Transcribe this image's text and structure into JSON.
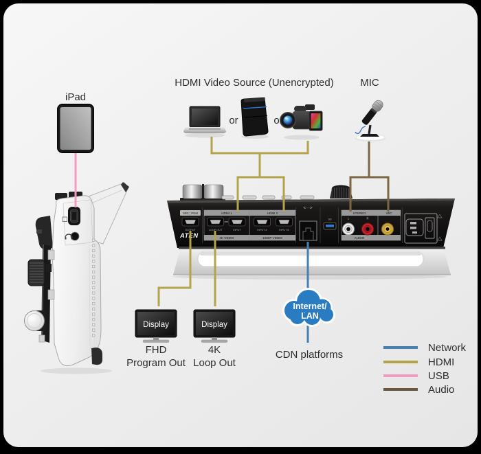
{
  "titles": {
    "ipad": "iPad",
    "hdmi_source": "HDMI Video Source (Unencrypted)",
    "mic": "MIC",
    "or": "or"
  },
  "device_panel": {
    "brand": "ATEN",
    "src_pgm_tag": "SRC | PGM",
    "output": "OUTPUT",
    "hdmi1_header": "HDMI 1",
    "loop_out": "LOOP OUT",
    "input": "INPUT",
    "hdmi1_footer": "4K VIDEO",
    "hdmi2_header": "HDMI 2",
    "input_a": "INPUT A",
    "input_b": "INPUT B",
    "hdmi2_footer": "1080P VIDEO",
    "lan_icon": "<···>",
    "usb_icon": "SS",
    "stereo_header": "STEREO",
    "jack_l": "L",
    "jack_r": "R",
    "audio_footer": "AUDIO",
    "mic_header": "MIC"
  },
  "displays": {
    "screen_label": "Display",
    "fhd_line1": "FHD",
    "fhd_line2": "Program Out",
    "loop_line1": "4K",
    "loop_line2": "Loop Out"
  },
  "network": {
    "cloud_line1": "Internet/",
    "cloud_line2": "LAN",
    "cdn_label": "CDN platforms"
  },
  "legend": {
    "items": [
      {
        "label": "Network",
        "color": "#4680b0"
      },
      {
        "label": "HDMI",
        "color": "#b3a44c"
      },
      {
        "label": "USB",
        "color": "#f29dbf"
      },
      {
        "label": "Audio",
        "color": "#6b5740"
      }
    ]
  },
  "colors": {
    "network": "#4680b0",
    "hdmi": "#b3a44c",
    "usb": "#f29dbf",
    "audio": "#7c6745",
    "cloud": "#2a7cc2"
  }
}
